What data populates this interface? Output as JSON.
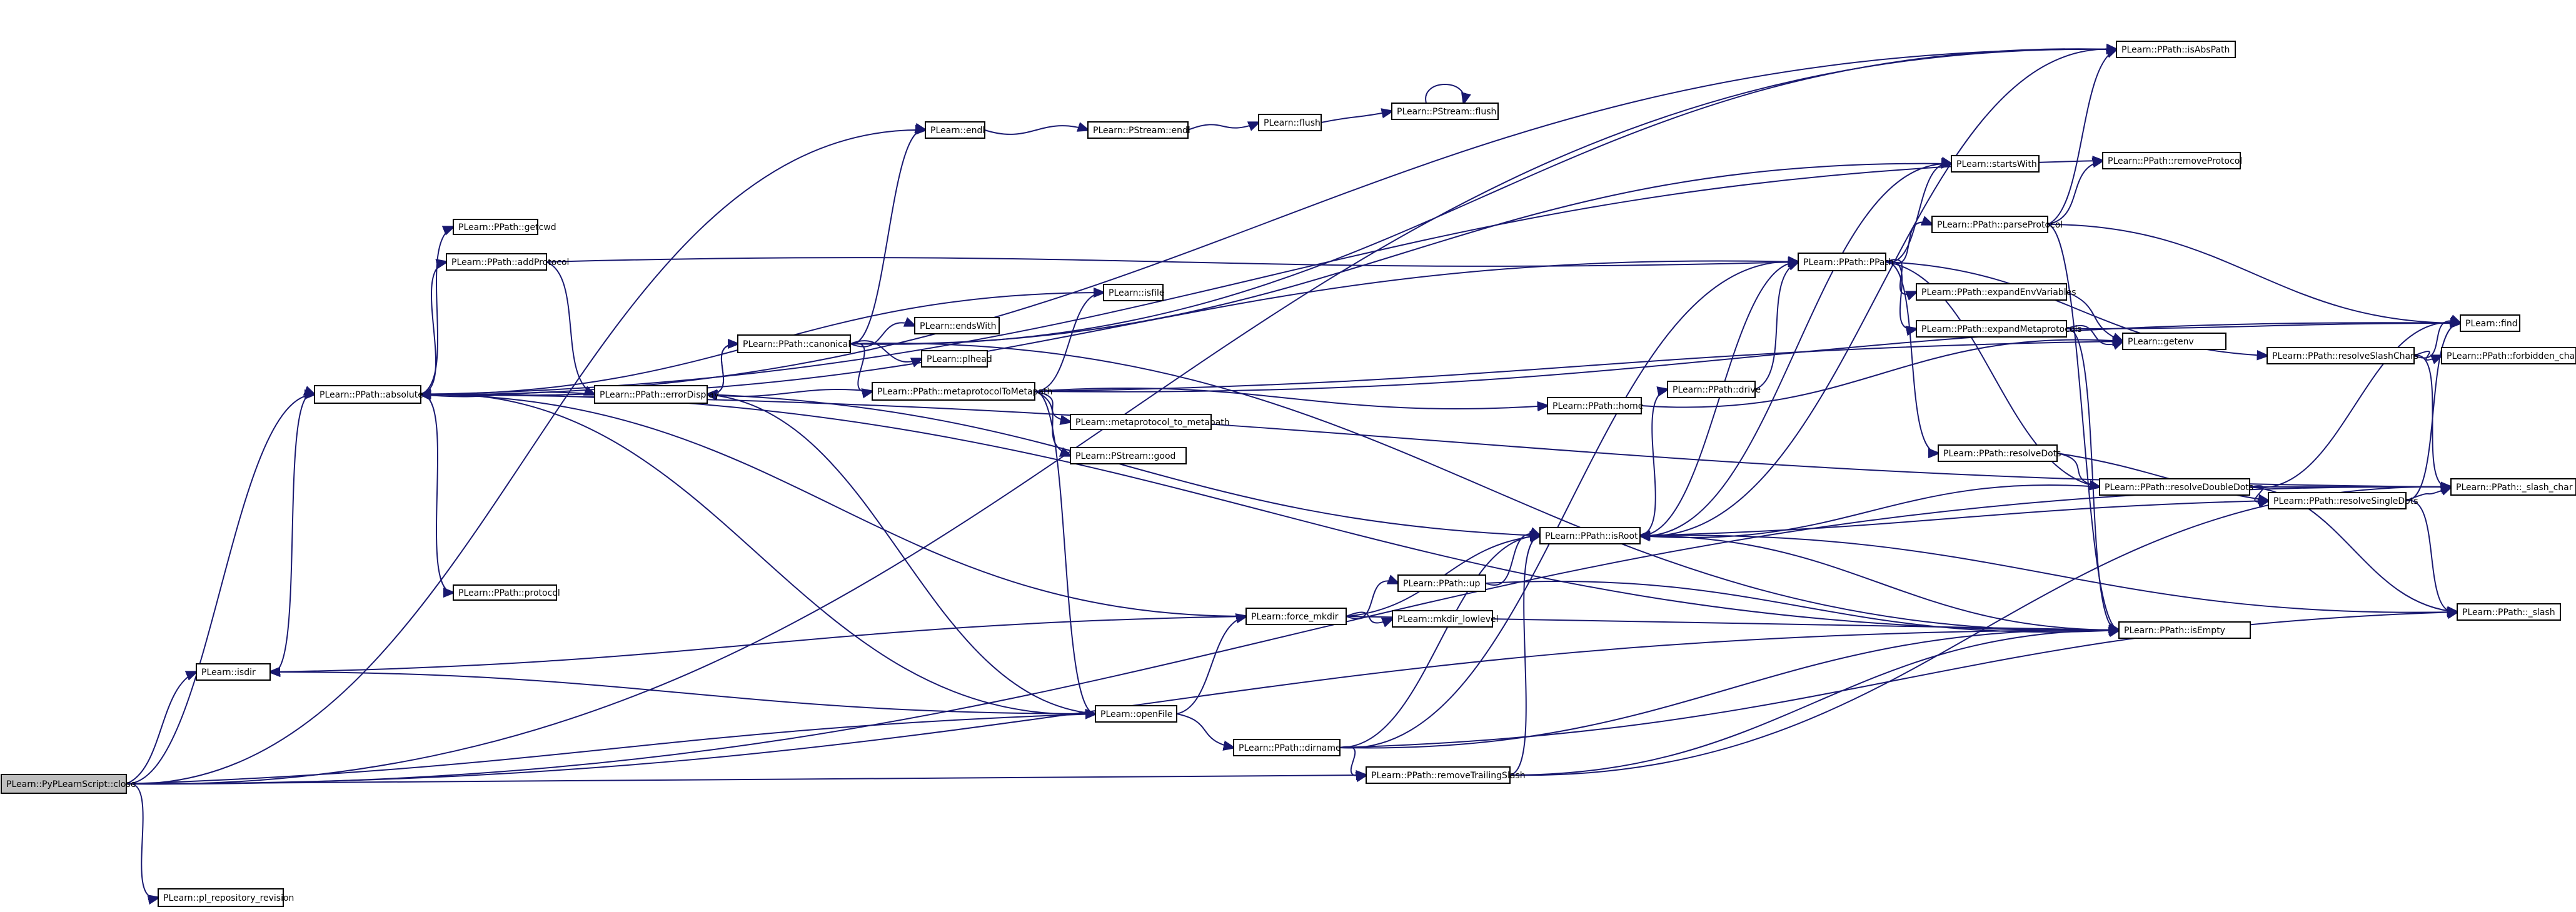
{
  "graph": {
    "title": "",
    "edge_color": "#191970",
    "root_fill": "#bfbfbf",
    "node_fill": "#ffffff",
    "nodes": [
      {
        "id": "close",
        "label": "PLearn::PyPLearnScript::close",
        "root": true
      },
      {
        "id": "isdir",
        "label": "PLearn::isdir"
      },
      {
        "id": "pl_repository_revision",
        "label": "PLearn::pl_repository_revision"
      },
      {
        "id": "absolute",
        "label": "PLearn::PPath::absolute"
      },
      {
        "id": "getcwd",
        "label": "PLearn::PPath::getcwd"
      },
      {
        "id": "addProtocol",
        "label": "PLearn::PPath::addProtocol"
      },
      {
        "id": "protocol",
        "label": "PLearn::PPath::protocol"
      },
      {
        "id": "errorDisplay",
        "label": "PLearn::PPath::errorDisplay"
      },
      {
        "id": "canonical",
        "label": "PLearn::PPath::canonical"
      },
      {
        "id": "metaprotocolToMetapath",
        "label": "PLearn::PPath::metaprotocolToMetapath"
      },
      {
        "id": "endl",
        "label": "PLearn::endl"
      },
      {
        "id": "pstream_endl",
        "label": "PLearn::PStream::endl"
      },
      {
        "id": "flush",
        "label": "PLearn::flush"
      },
      {
        "id": "pstream_flush",
        "label": "PLearn::PStream::flush"
      },
      {
        "id": "isfile",
        "label": "PLearn::isfile"
      },
      {
        "id": "endsWith",
        "label": "PLearn::endsWith"
      },
      {
        "id": "plhead",
        "label": "PLearn::plhead"
      },
      {
        "id": "metaprotocol_to_metapath",
        "label": "PLearn::metaprotocol_to_metapath"
      },
      {
        "id": "pstream_good",
        "label": "PLearn::PStream::good"
      },
      {
        "id": "force_mkdir",
        "label": "PLearn::force_mkdir"
      },
      {
        "id": "up",
        "label": "PLearn::PPath::up"
      },
      {
        "id": "mkdir_lowlevel",
        "label": "PLearn::mkdir_lowlevel"
      },
      {
        "id": "openFile",
        "label": "PLearn::openFile"
      },
      {
        "id": "dirname",
        "label": "PLearn::PPath::dirname"
      },
      {
        "id": "removeTrailingSlash",
        "label": "PLearn::PPath::removeTrailingSlash"
      },
      {
        "id": "home",
        "label": "PLearn::PPath::home"
      },
      {
        "id": "drive",
        "label": "PLearn::PPath::drive"
      },
      {
        "id": "isRoot",
        "label": "PLearn::PPath::isRoot"
      },
      {
        "id": "ppath",
        "label": "PLearn::PPath::PPath"
      },
      {
        "id": "startsWith",
        "label": "PLearn::startsWith"
      },
      {
        "id": "parseProtocol",
        "label": "PLearn::PPath::parseProtocol"
      },
      {
        "id": "expandEnvVariables",
        "label": "PLearn::PPath::expandEnvVariables"
      },
      {
        "id": "expandMetaprotocols",
        "label": "PLearn::PPath::expandMetaprotocols"
      },
      {
        "id": "resolveDots",
        "label": "PLearn::PPath::resolveDots"
      },
      {
        "id": "resolveDoubleDots",
        "label": "PLearn::PPath::resolveDoubleDots"
      },
      {
        "id": "resolveSingleDots",
        "label": "PLearn::PPath::resolveSingleDots"
      },
      {
        "id": "resolveSlashChars",
        "label": "PLearn::PPath::resolveSlashChars"
      },
      {
        "id": "isAbsPath",
        "label": "PLearn::PPath::isAbsPath"
      },
      {
        "id": "removeProtocol",
        "label": "PLearn::PPath::removeProtocol"
      },
      {
        "id": "getenv",
        "label": "PLearn::getenv"
      },
      {
        "id": "find",
        "label": "PLearn::find"
      },
      {
        "id": "forbidden_chars",
        "label": "PLearn::PPath::forbidden_chars"
      },
      {
        "id": "slash_char",
        "label": "PLearn::PPath::_slash_char"
      },
      {
        "id": "slash",
        "label": "PLearn::PPath::_slash"
      },
      {
        "id": "isEmpty",
        "label": "PLearn::PPath::isEmpty"
      }
    ]
  }
}
